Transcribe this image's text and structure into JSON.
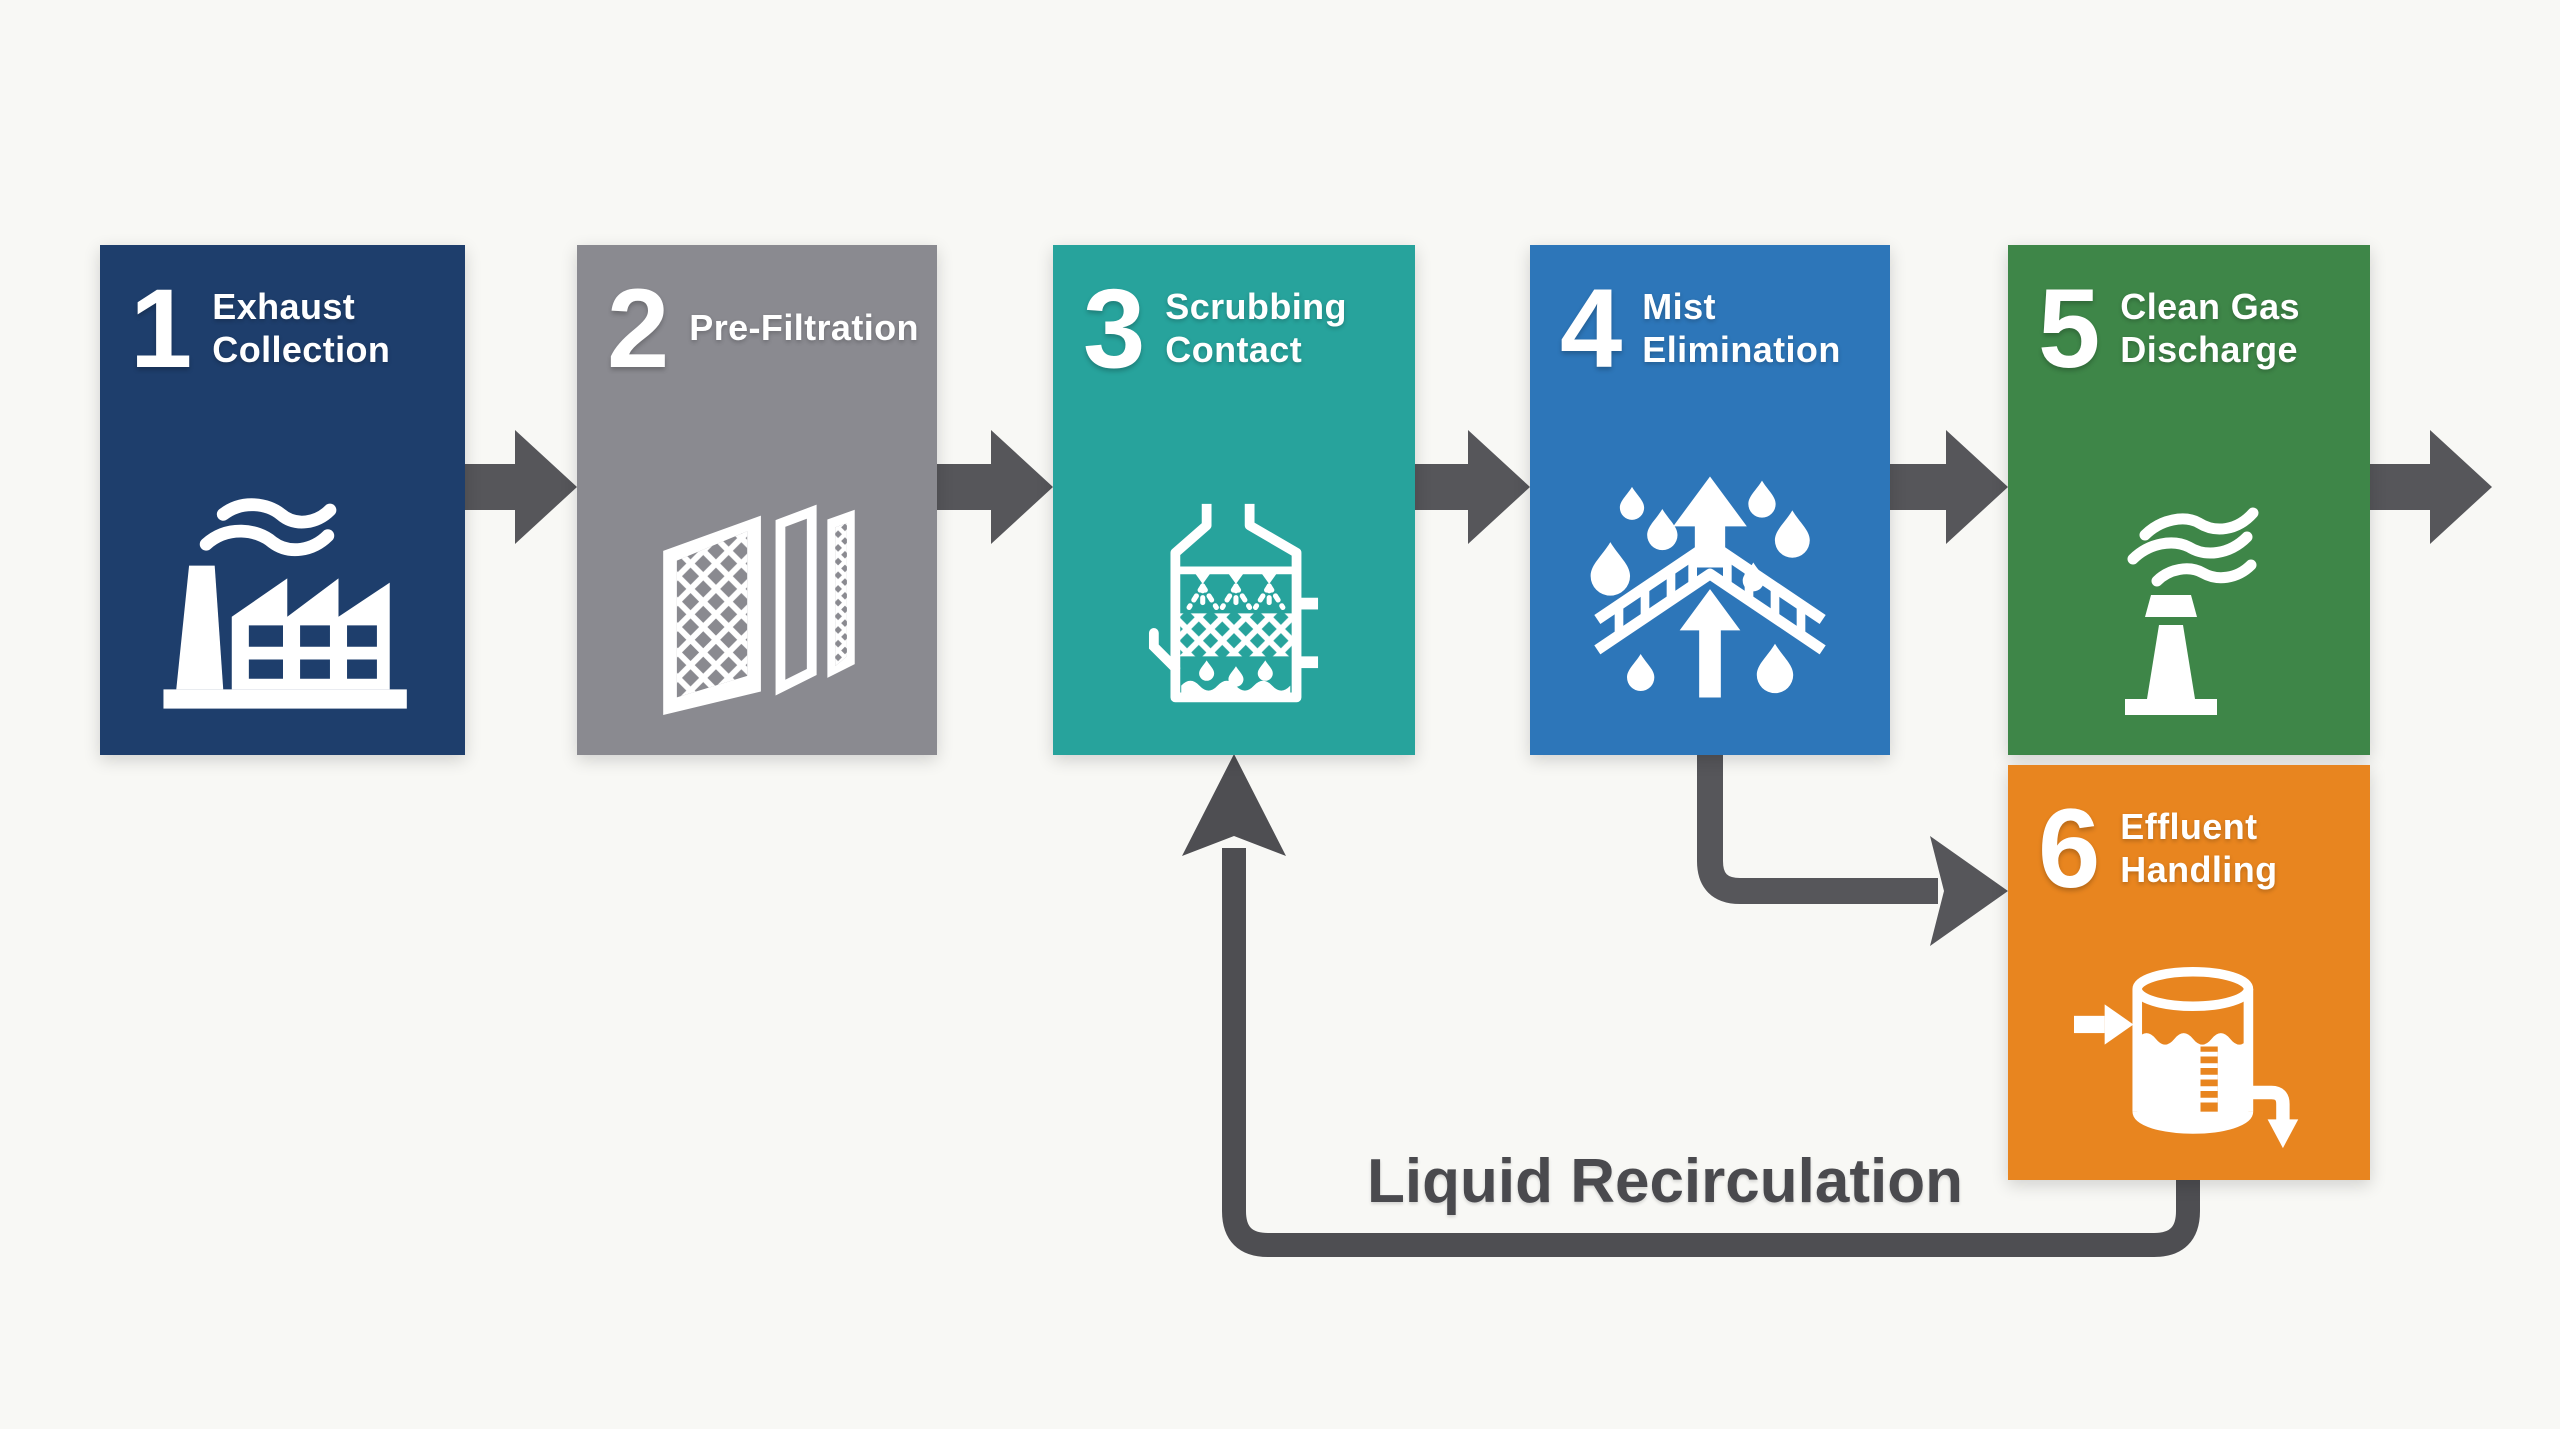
{
  "colors": {
    "background": "#f8f8f5",
    "step_text": "#ffffff",
    "connector": "#56565a",
    "recirculation_line": "#4e4e52",
    "recirculation_text": "#4a4a4e"
  },
  "steps": [
    {
      "number": "1",
      "label": "Exhaust\nCollection",
      "color": "#1e3e6c",
      "icon": "factory-icon"
    },
    {
      "number": "2",
      "label": "Pre-Filtration",
      "color": "#8a8a90",
      "icon": "filter-panels-icon"
    },
    {
      "number": "3",
      "label": "Scrubbing\nContact",
      "color": "#27a39c",
      "icon": "scrubber-vessel-icon"
    },
    {
      "number": "4",
      "label": "Mist\nElimination",
      "color": "#2d76b9",
      "icon": "mist-eliminator-icon"
    },
    {
      "number": "5",
      "label": "Clean Gas\nDischarge",
      "color": "#3e8648",
      "icon": "discharge-stack-icon"
    },
    {
      "number": "6",
      "label": "Effluent\nHandling",
      "color": "#e8851f",
      "icon": "effluent-tank-icon"
    }
  ],
  "connections": [
    "step1-to-step2",
    "step2-to-step3",
    "step3-to-step4",
    "step4-to-step5",
    "step5-to-outlet",
    "step4-to-step6",
    "step6-to-step3-recirculation"
  ],
  "recirculation": {
    "label": "Liquid Recirculation"
  }
}
